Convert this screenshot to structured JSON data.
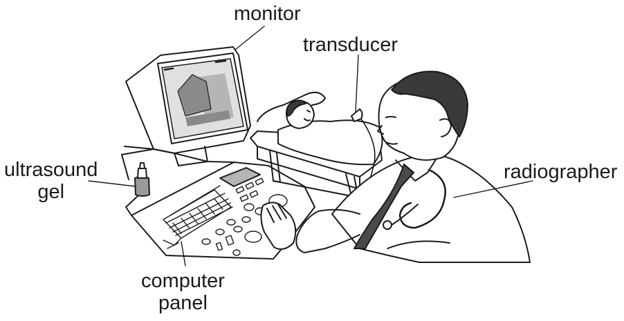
{
  "labels": {
    "monitor": "monitor",
    "transducer": "transducer",
    "gel_line1": "ultrasound",
    "gel_line2": "gel",
    "radiographer": "radiographer",
    "panel_line1": "computer",
    "panel_line2": "panel"
  },
  "colors": {
    "ink": "#1a1a1a",
    "screen_light": "#e0e0e0",
    "screen_mid": "#b5b5b5",
    "screen_dark": "#8a8a8a",
    "hair": "#3a3a3a",
    "tie": "#4a4a4a",
    "bottle": "#9a9a9a"
  }
}
